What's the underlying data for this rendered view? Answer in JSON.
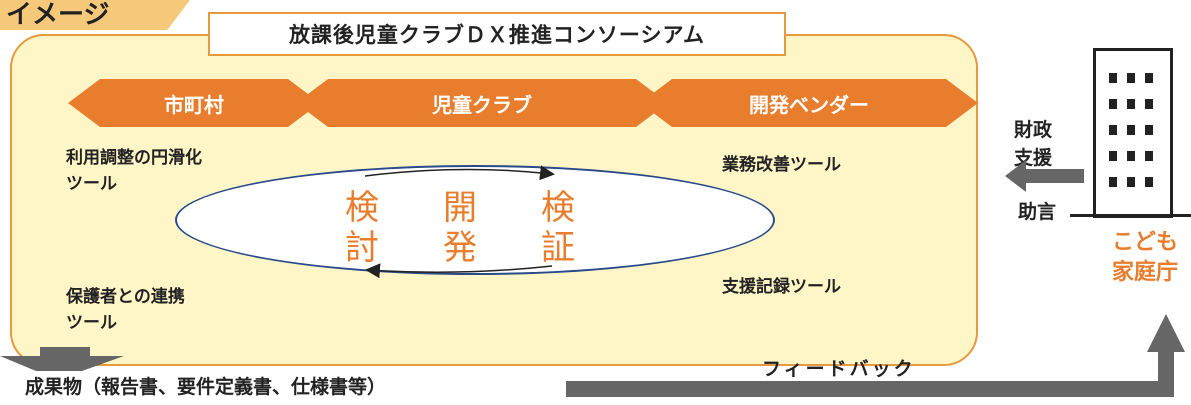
{
  "tag": {
    "label": "イメージ"
  },
  "consortium": {
    "title": "放課後児童クラブＤＸ推進コンソーシアム"
  },
  "members": [
    "市町村",
    "児童クラブ",
    "開発ベンダー"
  ],
  "tools": {
    "left_top": [
      "利用調整の円滑化",
      "ツール"
    ],
    "left_bottom": [
      "保護者との連携",
      "ツール"
    ],
    "right_top": "業務改善ツール",
    "right_bottom": "支援記録ツール"
  },
  "cycle": {
    "col1": [
      "検",
      "討"
    ],
    "col2": [
      "開",
      "発"
    ],
    "col3": [
      "検",
      "証"
    ]
  },
  "support": {
    "financial": [
      "財政",
      "支援"
    ],
    "advice": "助言"
  },
  "agency": [
    "こども",
    "家庭庁"
  ],
  "outputs": "成果物（報告書、要件定義書、仕様書等）",
  "feedback": "フィードバック",
  "colors": {
    "accent": "#e87d2e",
    "panel": "#fff6c8",
    "border": "#e69a3d",
    "arrow": "#666666",
    "ellipse": "#2a4a8a"
  }
}
